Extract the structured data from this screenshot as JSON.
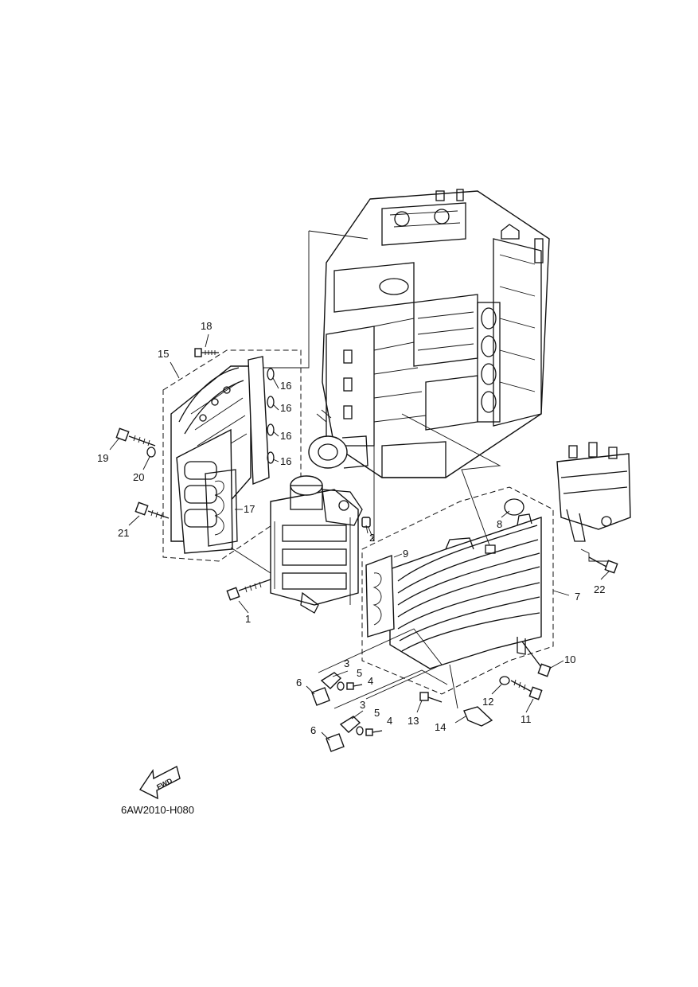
{
  "drawing_code": "6AW2010-H080",
  "fwd_label": "FWD",
  "callouts": {
    "c1": "1",
    "c2": "2",
    "c3a": "3",
    "c3b": "3",
    "c4a": "4",
    "c4b": "4",
    "c5a": "5",
    "c5b": "5",
    "c6a": "6",
    "c6b": "6",
    "c7": "7",
    "c8": "8",
    "c9": "9",
    "c10": "10",
    "c11": "11",
    "c12": "12",
    "c13": "13",
    "c14": "14",
    "c15": "15",
    "c16a": "16",
    "c16b": "16",
    "c16c": "16",
    "c16d": "16",
    "c17": "17",
    "c18": "18",
    "c19": "19",
    "c20": "20",
    "c21": "21",
    "c22": "22"
  },
  "icons": {
    "fwd": "fwd-arrow-icon"
  }
}
